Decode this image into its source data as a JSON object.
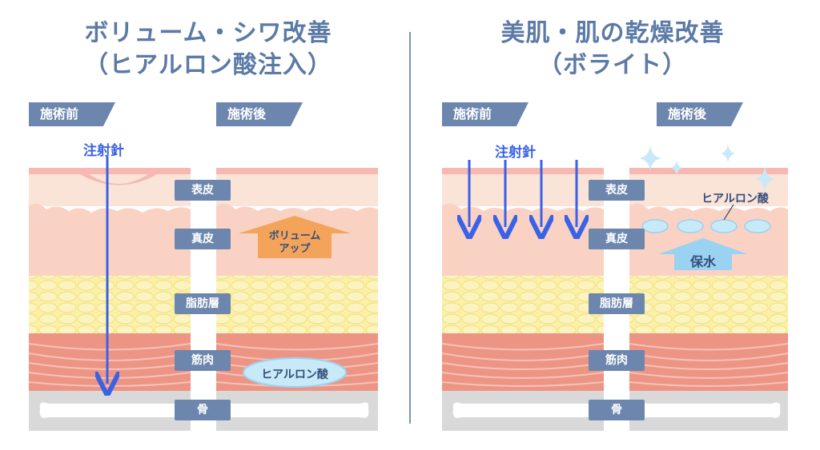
{
  "colors": {
    "title": "#5b7aa6",
    "tag": "#6c86ad",
    "epidermis": "#fae3d7",
    "dermis": "#f9d2c4",
    "fat": "#fbf0a8",
    "muscle": "#ec9585",
    "bone": "#d9d9d9",
    "needle": "#3a62e6",
    "arrow_orange": "#f4a35a",
    "arrow_blue": "#9ad2f1"
  },
  "left": {
    "title_line1": "ボリューム・シワ改善",
    "title_line2": "（ヒアルロン酸注入）",
    "before_tag": "施術前",
    "after_tag": "施術後",
    "needle_label": "注射針",
    "volume_label_line1": "ボリューム",
    "volume_label_line2": "アップ",
    "ha_label": "ヒアルロン酸"
  },
  "right": {
    "title_line1": "美肌・肌の乾燥改善",
    "title_line2": "（ボライト）",
    "before_tag": "施術前",
    "after_tag": "施術後",
    "needle_label": "注射針",
    "ha_label": "ヒアルロン酸",
    "moisture_label": "保水"
  },
  "layers": {
    "epidermis": "表皮",
    "dermis": "真皮",
    "fat": "脂肪層",
    "muscle": "筋肉",
    "bone": "骨"
  }
}
